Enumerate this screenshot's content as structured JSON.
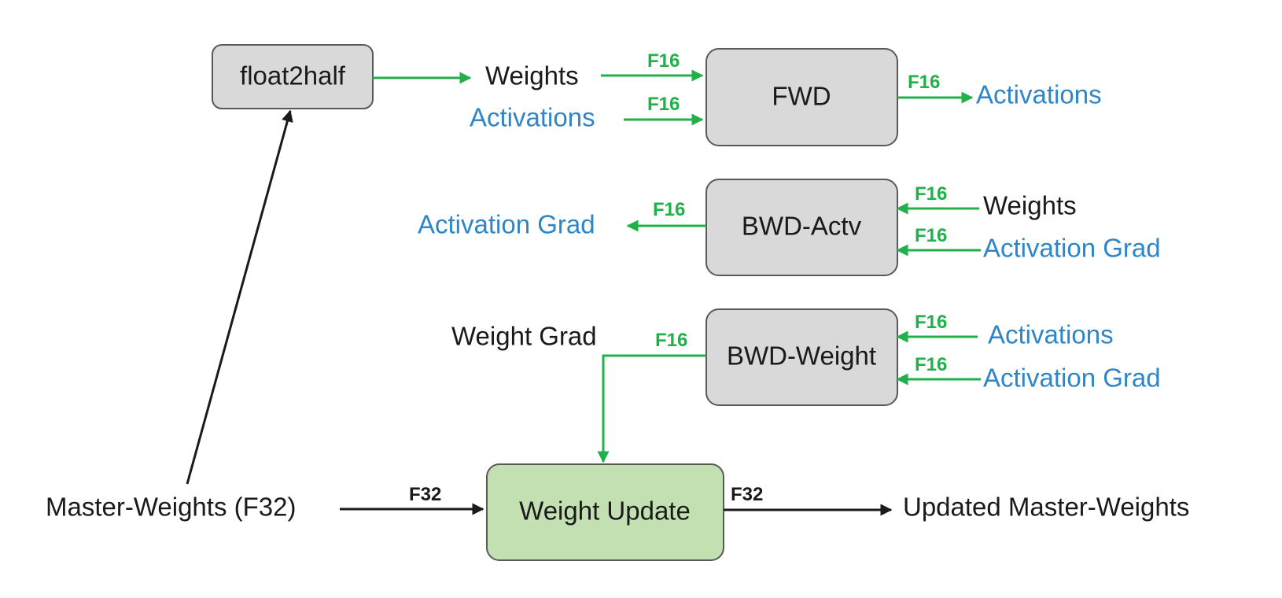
{
  "nodes": {
    "float2half": "float2half",
    "fwd": "FWD",
    "bwd_actv": "BWD-Actv",
    "bwd_weight": "BWD-Weight",
    "weight_update": "Weight Update"
  },
  "labels": {
    "fwd_in_weights": "Weights",
    "fwd_in_activations": "Activations",
    "fwd_out_activations": "Activations",
    "bwd_actv_out_grad": "Activation Grad",
    "bwd_actv_in_weights": "Weights",
    "bwd_actv_in_grad": "Activation Grad",
    "bwd_weight_out_grad": "Weight Grad",
    "bwd_weight_in_activations": "Activations",
    "bwd_weight_in_grad": "Activation Grad",
    "master_weights": "Master-Weights (F32)",
    "updated_master_weights": "Updated Master-Weights"
  },
  "precision": {
    "f16": "F16",
    "f32": "F32"
  },
  "colors": {
    "box_fill": "#d9d9d9",
    "update_box_fill": "#c3e0b2",
    "box_stroke": "#595959",
    "f16_arrow": "#22b04a",
    "f32_arrow": "#1a1a1a",
    "activation_text": "#2e86c8",
    "weight_text": "#1a1a1a"
  }
}
